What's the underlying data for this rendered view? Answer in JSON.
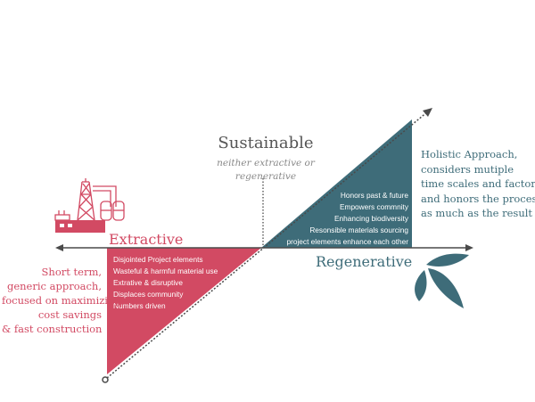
{
  "colors": {
    "extractive": "#d24a63",
    "regenerative": "#3e6c79",
    "axis": "#4a4a4a",
    "muted": "#888888"
  },
  "sustainable": {
    "title": "Sustainable",
    "subtitle_lines": [
      "neither extractive or",
      "regenerative"
    ]
  },
  "extractive": {
    "label": "Extractive",
    "traits": [
      "Disjointed Project elements",
      "Wasteful & harmful material use",
      "Extrative & disruptive",
      "Displaces community",
      "Numbers driven"
    ],
    "note_lines": [
      "Short term,",
      "generic approach,",
      "focused on maximizing",
      "cost savings",
      "& fast construction"
    ],
    "icon": "factory-icon"
  },
  "regenerative": {
    "label": "Regenerative",
    "traits": [
      "Honors past & future",
      "Empowers commnity",
      "Enhancing biodiversity",
      "Resonsible materials sourcing",
      "project elements enhance each other"
    ],
    "note_lines": [
      "Holistic Approach,",
      "considers mutiple",
      "time scales and factors",
      "and honors the process",
      "as much as the result"
    ],
    "icon": "leaves-icon"
  }
}
